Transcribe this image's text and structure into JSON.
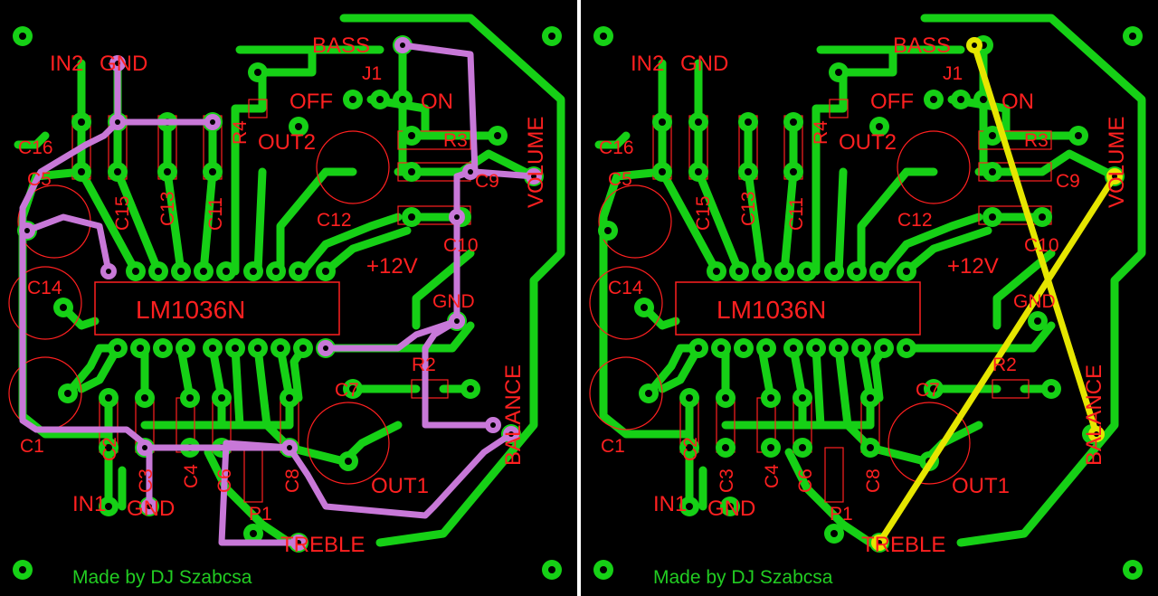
{
  "boards": [
    {
      "id": "left",
      "jumper_style": "violet",
      "labels": {
        "in2": "IN2",
        "gnd_top": "GND",
        "bass": "BASS",
        "j1": "J1",
        "off": "OFF",
        "on": "ON",
        "out2": "OUT2",
        "r4": "R4",
        "r3": "R3",
        "c16": "C16",
        "c5": "C5",
        "c15": "C15",
        "c13": "C13",
        "c11": "C11",
        "c12": "C12",
        "c9": "C9",
        "c10": "C10",
        "volume": "VOLUME",
        "plus12v": "+12V",
        "gnd_mid": "GND",
        "c14": "C14",
        "chip": "LM1036N",
        "balance": "BALANCE",
        "r2": "R2",
        "c7": "C7",
        "c1": "C1",
        "c2": "C2",
        "c3": "C3",
        "c4": "C4",
        "c6": "C6",
        "c8": "C8",
        "out1": "OUT1",
        "in1": "IN1",
        "gnd_bottom": "GND",
        "p1": "P1",
        "treble": "TREBLE",
        "credit": "Made by DJ Szabcsa"
      }
    },
    {
      "id": "right",
      "jumper_style": "yellow",
      "labels": {
        "in2": "IN2",
        "gnd_top": "GND",
        "bass": "BASS",
        "j1": "J1",
        "off": "OFF",
        "on": "ON",
        "out2": "OUT2",
        "r4": "R4",
        "r3": "R3",
        "c16": "C16",
        "c5": "C5",
        "c15": "C15",
        "c13": "C13",
        "c11": "C11",
        "c12": "C12",
        "c9": "C9",
        "c10": "C10",
        "volume": "VOLUME",
        "plus12v": "+12V",
        "gnd_mid": "GND",
        "c14": "C14",
        "chip": "LM1036N",
        "balance": "BALANCE",
        "r2": "R2",
        "c7": "C7",
        "c1": "C1",
        "c2": "C2",
        "c3": "C3",
        "c4": "C4",
        "c6": "C6",
        "c8": "C8",
        "out1": "OUT1",
        "in1": "IN1",
        "gnd_bottom": "GND",
        "p1": "P1",
        "treble": "TREBLE",
        "credit": "Made by DJ Szabcsa"
      }
    }
  ],
  "colors": {
    "board": "#000000",
    "copper": "#16d016",
    "silkscreen": "#ff2020",
    "jumper_left": "#c878d8",
    "jumper_right": "#e6e600",
    "credit": "#22cc22"
  }
}
